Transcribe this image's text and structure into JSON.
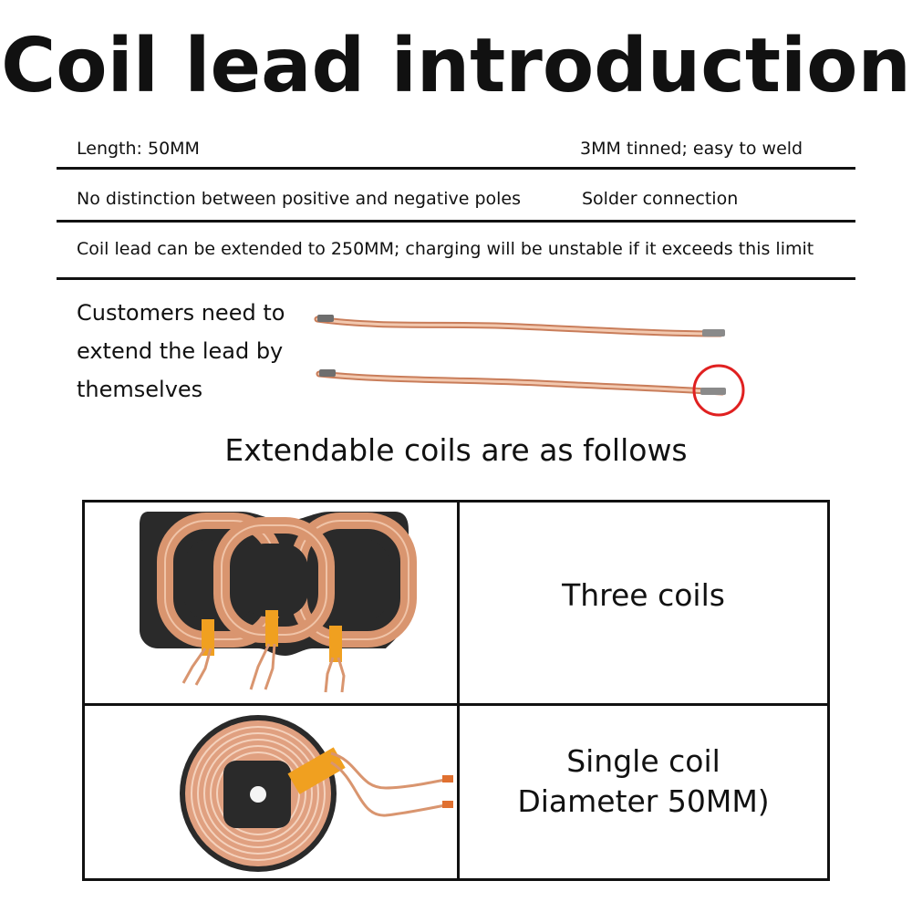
{
  "header": {
    "title": "Coil lead introduction"
  },
  "specs": {
    "row1_left": "Length: 50MM",
    "row1_right": "3MM tinned; easy to weld",
    "row2_left": "No distinction between positive and negative poles",
    "row2_right": "Solder connection",
    "row3": "Coil lead can be extended to 250MM; charging will be unstable if it exceeds this limit"
  },
  "lead_note": {
    "text": "Customers need to extend the lead by themselves"
  },
  "coils_section": {
    "subtitle": "Extendable coils are as follows",
    "rows": [
      {
        "label": "Three coils"
      },
      {
        "label_line1": "Single coil",
        "label_line2": "Diameter 50MM)"
      }
    ]
  },
  "colors": {
    "copper": "#d9956f",
    "copper_light": "#f0c4a8",
    "tape": "#f0a020",
    "ferrite": "#2a2a2a",
    "highlight_circle": "#e02020",
    "rule": "#111111"
  },
  "icons": [
    "wire-lead-icon",
    "three-coil-photo",
    "single-coil-photo",
    "highlight-circle-icon"
  ]
}
